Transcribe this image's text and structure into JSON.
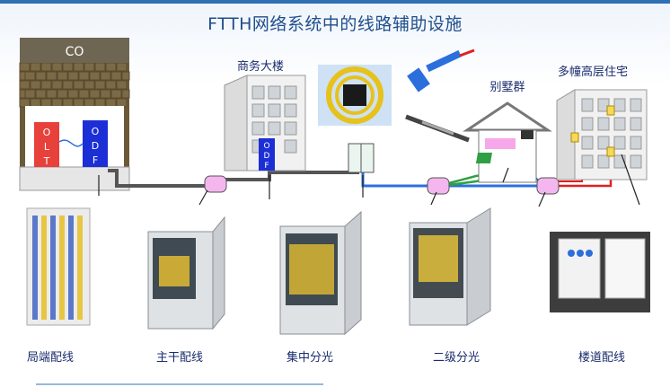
{
  "title": "FTTH网络系统中的线路辅助设施",
  "nodes": {
    "co": "CO",
    "olt": [
      "O",
      "L",
      "T"
    ],
    "odf": [
      "O",
      "D",
      "F"
    ],
    "odf_small": [
      "O",
      "D",
      "F"
    ],
    "business": "商务大楼",
    "villa": "别墅群",
    "residential": "多幢高层住宅"
  },
  "equipment": [
    {
      "label": "局端配线"
    },
    {
      "label": "主干配线"
    },
    {
      "label": "集中分光"
    },
    {
      "label": "二级分光"
    },
    {
      "label": "楼道配线"
    }
  ],
  "colors": {
    "title": "#1f4e8c",
    "olt": "#e8403a",
    "odf": "#1c2fd6",
    "fiber_gray": "#555555",
    "fiber_blue": "#2b6fdc",
    "fiber_green": "#2ea043",
    "fiber_red": "#e02020",
    "splice": "#f4b6ee"
  }
}
